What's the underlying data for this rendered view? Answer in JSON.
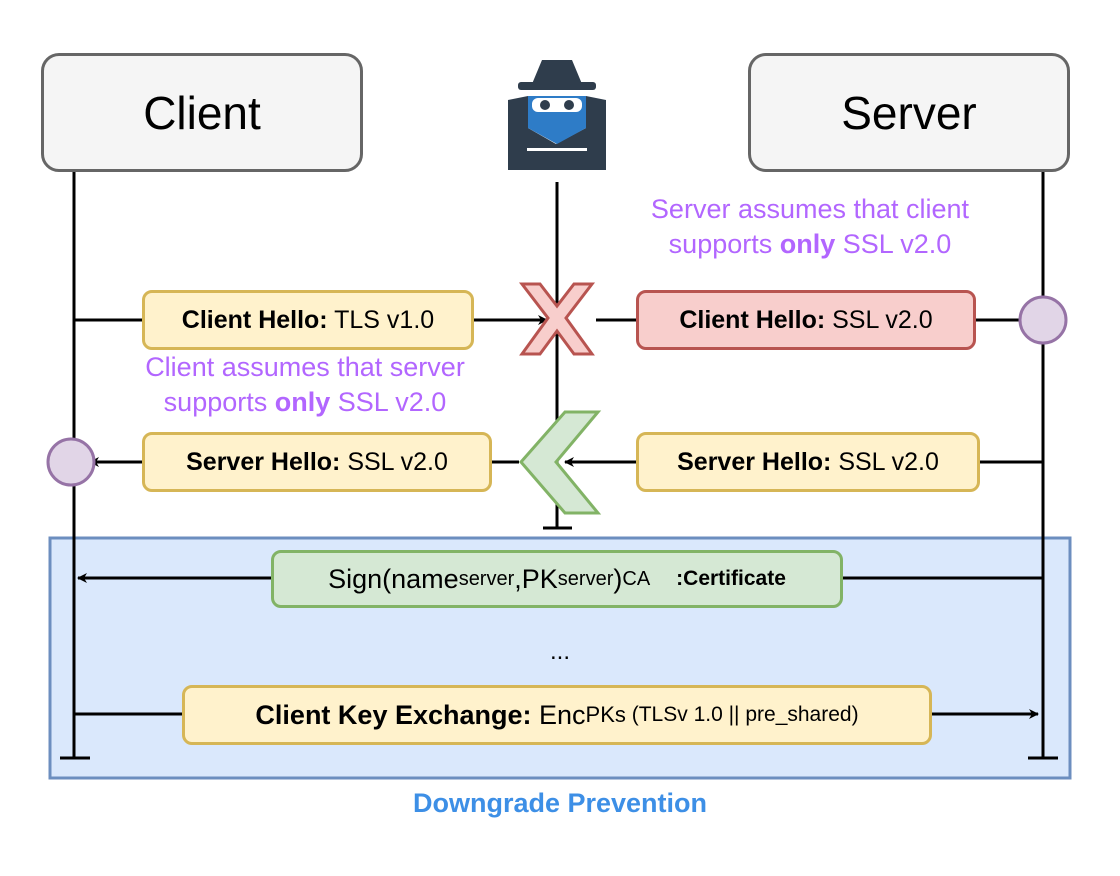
{
  "participants": {
    "client": "Client",
    "server": "Server"
  },
  "notes": {
    "server_line1": "Server assumes that client",
    "server_line2_pre": "supports ",
    "server_line2_bold": "only",
    "server_line2_post": " SSL v2.0",
    "client_line1": "Client assumes that server",
    "client_line2_pre": "supports ",
    "client_line2_bold": "only",
    "client_line2_post": " SSL v2.0"
  },
  "messages": {
    "client_hello_1": {
      "label": "Client Hello:",
      "value": " TLS v1.0"
    },
    "client_hello_2": {
      "label": "Client Hello:",
      "value": " SSL v2.0"
    },
    "server_hello_1": {
      "label": "Server Hello:",
      "value": " SSL v2.0"
    },
    "server_hello_2": {
      "label": "Server Hello:",
      "value": " SSL v2.0"
    },
    "certificate": {
      "sign": "Sign(name",
      "sub_server_1": "server",
      "comma_pk": ",PK",
      "sub_server_2": "server",
      "close": ")",
      "sub_ca": "CA",
      "label": ":Certificate"
    },
    "ellipsis": "...",
    "key_exchange": {
      "label": "Client Key Exchange:",
      "enc": " Enc",
      "sub_pks": "PKs",
      "payload": " (TLSv 1.0 || pre_shared)"
    }
  },
  "region": {
    "label": "Downgrade Prevention"
  },
  "icons": {
    "attacker": "attacker-spy-icon",
    "blocked": "cross-icon",
    "forwarded": "chevron-left-icon"
  },
  "colors": {
    "note_purple": "#b266ff",
    "region_fill": "#dae8fc",
    "region_border": "#6c8ebf",
    "region_label": "#3d8fe6",
    "attacker": "#2f3d4c",
    "attacker_accent": "#2e7cc7"
  }
}
